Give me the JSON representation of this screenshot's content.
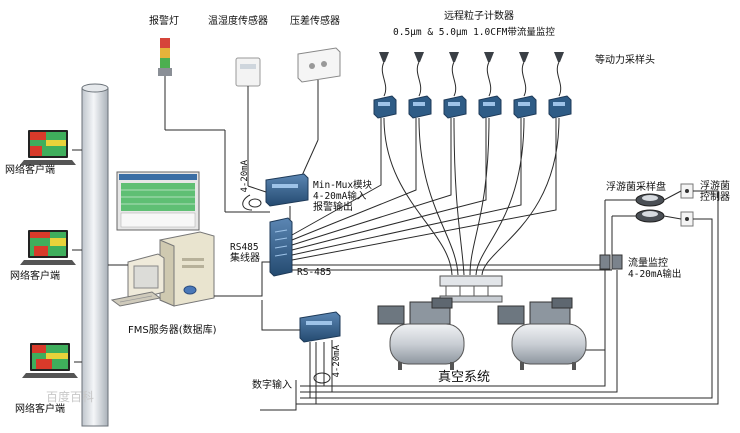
{
  "labels": {
    "alarm_light": "报警灯",
    "temp_humidity_sensor": "温湿度传感器",
    "diff_pressure_sensor": "压差传感器",
    "remote_counter_title": "远程粒子计数器",
    "counter_spec": "0.5μm & 5.0μm 1.0CFM带流量监控",
    "isokinetic_head": "等动力采样头",
    "network_client_1": "网络客户端",
    "network_client_2": "网络客户端",
    "network_client_3": "网络客户端",
    "min_mux_line1": "Min-Mux模块",
    "min_mux_line2": "4-20mA输入",
    "min_mux_line3": "报警输出",
    "current_4_20_a": "4-20mA",
    "current_4_20_b": "4-20mA",
    "rs485_hub_line1": "RS485",
    "rs485_hub_line2": "集线器",
    "rs485_bus": "RS-485",
    "fms_server": "FMS服务器(数据库)",
    "plankton_sampler": "浮游菌采样盘",
    "plankton_controller_line1": "浮游菌",
    "plankton_controller_line2": "控制器",
    "flow_monitor_line1": "流量监控",
    "flow_monitor_line2": "4-20mA输出",
    "digital_input": "数字输入",
    "vacuum_system": "真空系统"
  },
  "watermark": "百度百科",
  "colors": {
    "line": "#2a2a2a",
    "device_blue": "#2f5c86",
    "device_light": "#5b86b3",
    "pipe_gray": "#d9dde2",
    "screen_red": "#d83a2a",
    "screen_green": "#37a35a",
    "screen_yellow": "#e8d23a"
  }
}
